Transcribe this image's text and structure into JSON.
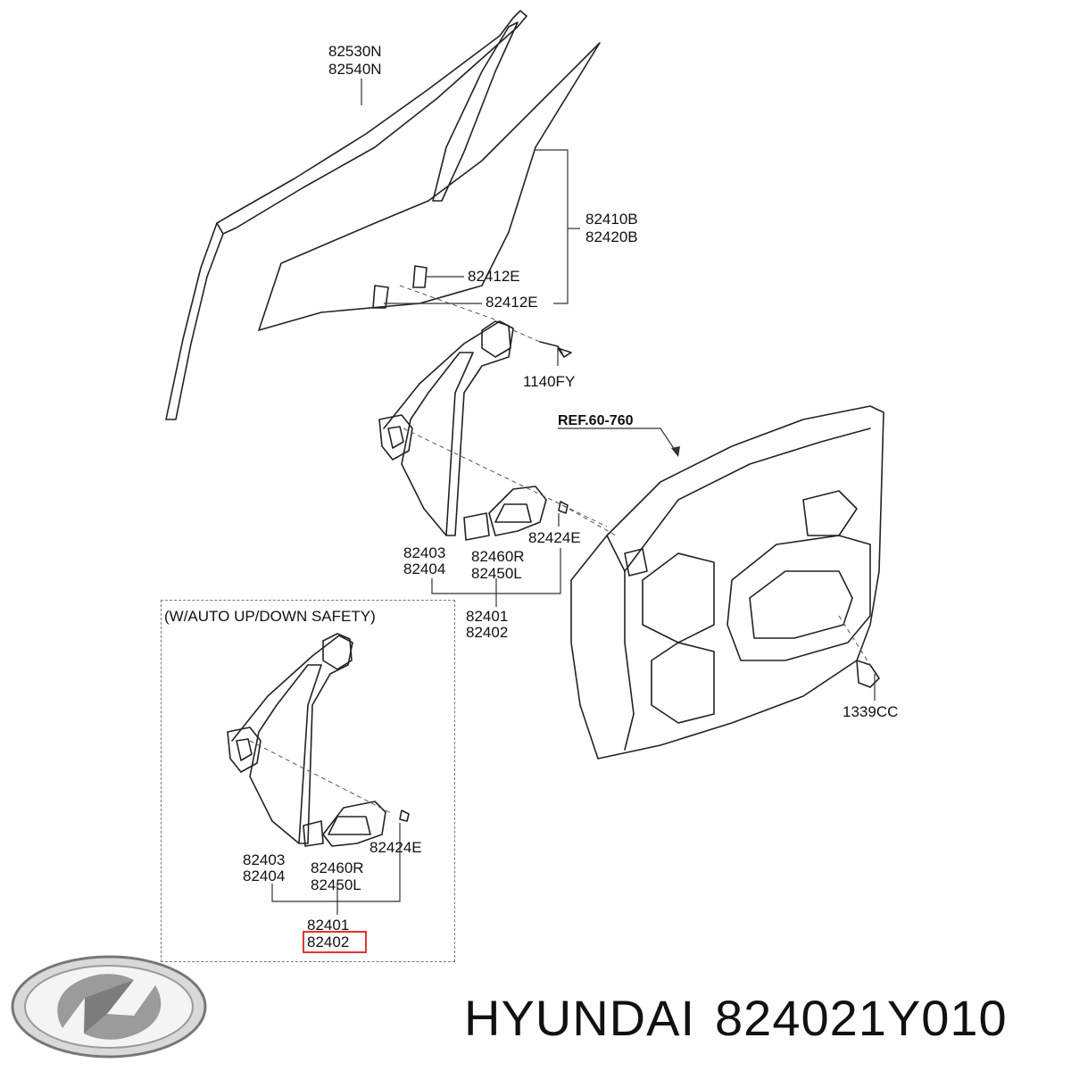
{
  "diagram": {
    "labels": {
      "moulding_a": "82530N",
      "moulding_b": "82540N",
      "glass_a": "82410B",
      "glass_b": "82420B",
      "clip_upper": "82412E",
      "clip_lower": "82412E",
      "bolt": "1140FY",
      "ref_panel": "REF.60-760",
      "arm_a": "82403",
      "arm_b": "82404",
      "motor_a": "82460R",
      "motor_b": "82450L",
      "screw": "82424E",
      "assy_a": "82401",
      "assy_b": "82402",
      "nut": "1339CC"
    },
    "inset": {
      "title": "(W/AUTO UP/DOWN  SAFETY)",
      "arm_a": "82403",
      "arm_b": "82404",
      "motor_a": "82460R",
      "motor_b": "82450L",
      "screw": "82424E",
      "assy_a": "82401",
      "assy_b": "82402"
    },
    "highlight_color": "#e23232"
  },
  "footer": {
    "brand": "HYUNDAI",
    "part_number": "824021Y010"
  }
}
